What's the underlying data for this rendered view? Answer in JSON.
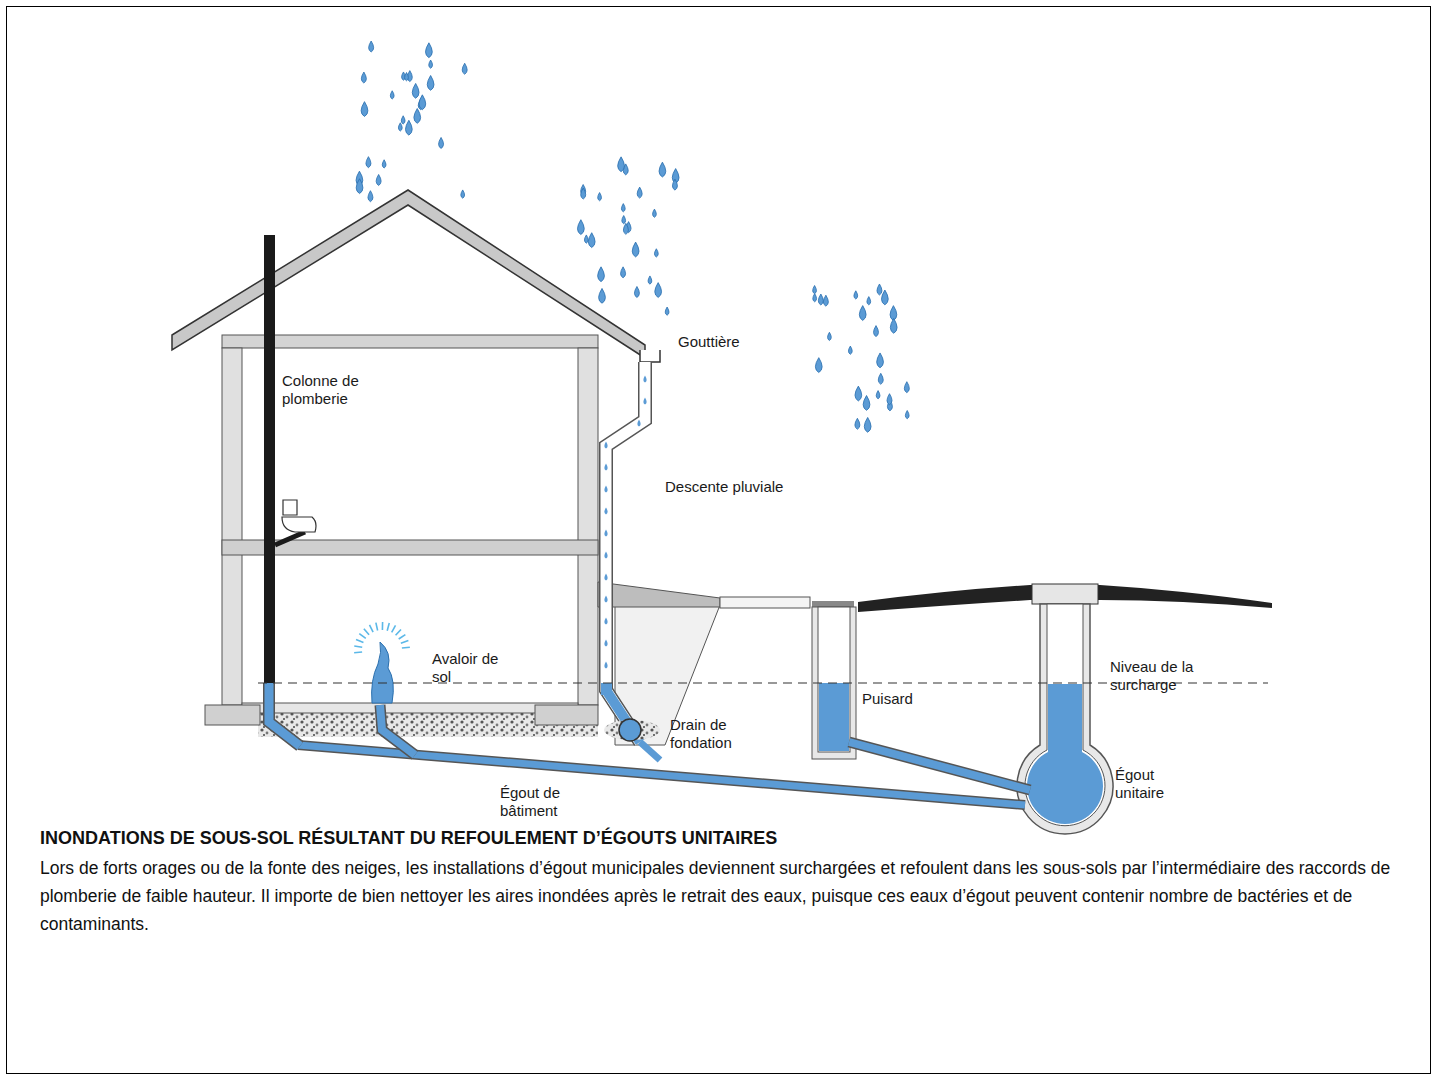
{
  "diagram": {
    "title": "INONDATIONS DE SOUS-SOL RÉSULTANT DU REFOULEMENT D’ÉGOUTS UNITAIRES",
    "caption": "Lors de forts orages ou de la fonte des neiges, les installations d’égout municipales deviennent surchargées et refoulent dans les sous-sols par l’intermédiaire des raccords de plomberie de faible hauteur. Il importe de bien nettoyer les aires inondées après le retrait des eaux, puisque ces eaux d’égout peuvent contenir nombre de bactéries et de contaminants.",
    "labels": [
      "Colonne de plomberie",
      "Gouttière",
      "Descente pluviale",
      "Avaloir de sol",
      "Drain de fondation",
      "Niveau de la surcharge",
      "Puisard",
      "Égout de bâtiment",
      "Égout unitaire"
    ]
  }
}
